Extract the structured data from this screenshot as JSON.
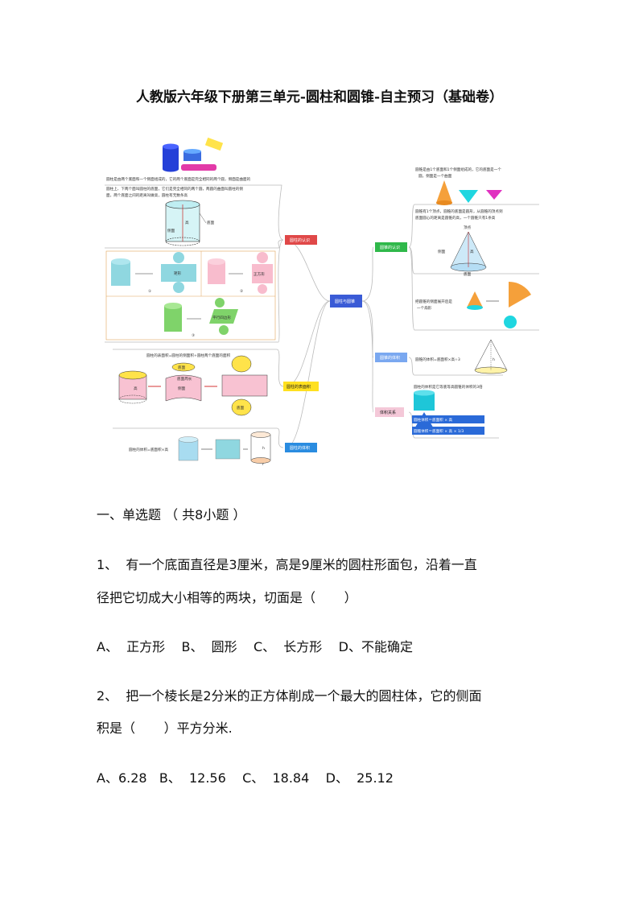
{
  "title": "人教版六年级下册第三单元-圆柱和圆锥-自主预习（基础卷）",
  "mindmap": {
    "center": "圆柱与圆锥",
    "left_branches": [
      "圆柱的认识",
      "圆柱的表面积",
      "圆柱的体积"
    ],
    "right_branches": [
      "圆锥的认识",
      "圆锥的体积",
      "体积关系"
    ],
    "cyl_desc_1": "圆柱是由两个底面和一个侧面组成的，它的两个底面是完全相同的两个圆，侧面是曲面的",
    "cyl_desc_2": "圆柱上、下两个面叫圆柱的底面，它们是完全相同的两个圆，两圆的曲面叫圆柱的侧",
    "cyl_desc_3": "面，两个底面之间的距离叫做高，圆柱有无数条高",
    "cyl_label_side": "侧面",
    "cyl_label_base": "底面",
    "cyl_label_h": "高",
    "unfold_rect": "矩形",
    "unfold_square": "正方形",
    "unfold_para": "平行四边形",
    "unfold_n1": "①",
    "unfold_n2": "②",
    "unfold_n3": "③",
    "area_formula": "圆柱的表面积=圆柱的侧面积+圆柱两个底面的面积",
    "area_top": "底面",
    "area_bottom": "底面",
    "area_side": "侧面",
    "area_circ": "底面周长",
    "area_h": "高",
    "vol_formula": "圆柱的体积=底面积×高",
    "vol_h": "h",
    "vol_r": "r",
    "cone_desc_1": "圆锥是由1个底面和1个侧面组成的，它的底面是一个",
    "cone_desc_2": "圆，侧面是一个曲面",
    "cone_desc_3": "圆锥有1个顶点，圆锥的底面是圆形，从圆锥的顶点到",
    "cone_desc_4": "底面圆心的距离是圆锥的高，一个圆锥只有1条高",
    "cone_label_top": "顶点",
    "cone_label_side": "侧面",
    "cone_label_base": "底面",
    "cone_label_h": "高",
    "cone_unfold_1": "把圆锥的侧面展开后是",
    "cone_unfold_2": "一个扇形",
    "cone_vol": "圆锥的体积=底面积×高÷3",
    "cone_vol_h": "h",
    "rel_desc": "圆柱的体积是它等底等高圆锥的体积的3倍",
    "rel_formula_1": "圆柱体积＝底面积 × 高",
    "rel_formula_2": "圆锥体积＝底面积 × 高 × 1/3"
  },
  "section": "一、单选题 （ 共8小题 ）",
  "q1": {
    "line1": "1、  有一个底面直径是3厘米，高是9厘米的圆柱形面包，沿着一直",
    "line2": "径把它切成大小相等的两块，切面是（       ）",
    "options": "A、  正方形    B、  圆形    C、  长方形    D、不能确定"
  },
  "q2": {
    "line1": "2、  把一个棱长是2分米的正方体削成一个最大的圆柱体，它的侧面",
    "line2": "积是（       ）平方分米.",
    "options": "A、6.28   B、  12.56    C、  18.84    D、  25.12"
  }
}
